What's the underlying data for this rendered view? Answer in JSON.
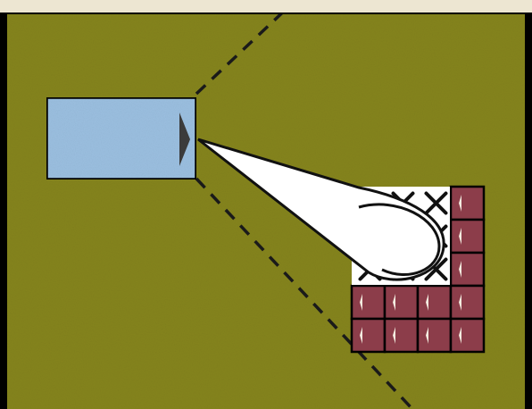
{
  "scene": {
    "header_bar_color": "#ede6d2",
    "field_color": "#85841f",
    "border_color": "#000000",
    "camera_color": "#9bbfe0",
    "camera_lens_color": "#3b3b3b",
    "vision_cone_color": "#ffffff",
    "boundary_line_color": "#1a1a1a",
    "cell_color": "#8c3d4a",
    "cell_marker_color": "#f3ece0",
    "mark_color": "#111111",
    "observed_region_color": "#ffffff",
    "grid": {
      "rows": 5,
      "cols": 4,
      "marked_cells": [
        [
          0,
          0
        ],
        [
          0,
          1
        ],
        [
          0,
          2
        ],
        [
          1,
          0
        ],
        [
          1,
          1
        ],
        [
          1,
          2
        ],
        [
          2,
          0
        ],
        [
          2,
          1
        ],
        [
          2,
          2
        ]
      ]
    }
  }
}
